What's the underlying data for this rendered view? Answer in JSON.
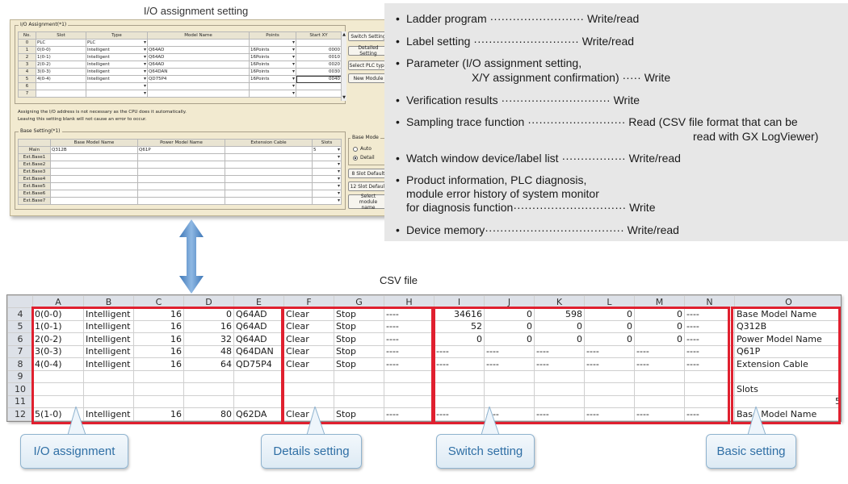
{
  "top_title": "I/O assignment setting",
  "csv_title": "CSV file",
  "dialog": {
    "io_group": "I/O Assignment(*1)",
    "io_headers": [
      "No.",
      "Slot",
      "Type",
      "Model Name",
      "Points",
      "Start XY"
    ],
    "io_rows": [
      {
        "no": "0",
        "slot": "PLC",
        "type": "PLC",
        "model": "",
        "points": "",
        "start": ""
      },
      {
        "no": "1",
        "slot": "0(0-0)",
        "type": "Intelligent",
        "model": "Q64AD",
        "points": "16Points",
        "start": "0000"
      },
      {
        "no": "2",
        "slot": "1(0-1)",
        "type": "Intelligent",
        "model": "Q64AD",
        "points": "16Points",
        "start": "0010"
      },
      {
        "no": "3",
        "slot": "2(0-2)",
        "type": "Intelligent",
        "model": "Q64AD",
        "points": "16Points",
        "start": "0020"
      },
      {
        "no": "4",
        "slot": "3(0-3)",
        "type": "Intelligent",
        "model": "Q64DAN",
        "points": "16Points",
        "start": "0030"
      },
      {
        "no": "5",
        "slot": "4(0-4)",
        "type": "Intelligent",
        "model": "QD75P4",
        "points": "16Points",
        "start": "0040"
      },
      {
        "no": "6",
        "slot": "",
        "type": "",
        "model": "",
        "points": "",
        "start": ""
      },
      {
        "no": "7",
        "slot": "",
        "type": "",
        "model": "",
        "points": "",
        "start": ""
      }
    ],
    "buttons": [
      "Switch Setting",
      "Detailed Setting",
      "Select PLC type",
      "New Module"
    ],
    "note1": "Assigning the I/O address is not necessary as the CPU does it automatically.",
    "note2": "Leaving this setting blank will not cause an error to occur.",
    "base_group": "Base Setting(*1)",
    "base_headers": [
      "",
      "Base Model Name",
      "Power Model Name",
      "Extension Cable",
      "Slots"
    ],
    "base_rows": [
      {
        "name": "Main",
        "model": "Q312B",
        "power": "Q61P",
        "cable": "",
        "slots": "5"
      },
      {
        "name": "Ext.Base1",
        "model": "",
        "power": "",
        "cable": "",
        "slots": ""
      },
      {
        "name": "Ext.Base2",
        "model": "",
        "power": "",
        "cable": "",
        "slots": ""
      },
      {
        "name": "Ext.Base3",
        "model": "",
        "power": "",
        "cable": "",
        "slots": ""
      },
      {
        "name": "Ext.Base4",
        "model": "",
        "power": "",
        "cable": "",
        "slots": ""
      },
      {
        "name": "Ext.Base5",
        "model": "",
        "power": "",
        "cable": "",
        "slots": ""
      },
      {
        "name": "Ext.Base6",
        "model": "",
        "power": "",
        "cable": "",
        "slots": ""
      },
      {
        "name": "Ext.Base7",
        "model": "",
        "power": "",
        "cable": "",
        "slots": ""
      }
    ],
    "base_mode_label": "Base Mode",
    "mode_auto": "Auto",
    "mode_detail": "Detail",
    "base_buttons": [
      "8 Slot Default",
      "12 Slot Default",
      "Select module name"
    ]
  },
  "panel": [
    {
      "label": "Ladder program ",
      "dots": "·························",
      "value": " Write/read"
    },
    {
      "label": "Label setting ",
      "dots": "····························",
      "value": " Write/read"
    },
    {
      "label": "Parameter (I/O assignment setting,",
      "dots": "",
      "value": ""
    },
    {
      "label": "X/Y assignment confirmation) ",
      "dots": "·····",
      "value": " Write"
    },
    {
      "label": "Verification results ",
      "dots": "·····························",
      "value": " Write"
    },
    {
      "label": "Sampling trace function ",
      "dots": "··························",
      "value": " Read (CSV file format that can be"
    },
    {
      "label": "read with GX LogViewer)",
      "dots": "",
      "value": ""
    },
    {
      "label": "Watch window device/label list ",
      "dots": "·················",
      "value": " Write/read"
    },
    {
      "label": "Product information, PLC diagnosis,",
      "dots": "",
      "value": ""
    },
    {
      "label": "module error history of system monitor",
      "dots": "",
      "value": ""
    },
    {
      "label": "for diagnosis function",
      "dots": "······························",
      "value": " Write"
    },
    {
      "label": "Device memory",
      "dots": "·····································",
      "value": " Write/read"
    }
  ],
  "sheet": {
    "columns": [
      "",
      "A",
      "B",
      "C",
      "D",
      "E",
      "F",
      "G",
      "H",
      "I",
      "J",
      "K",
      "L",
      "M",
      "N",
      "O"
    ],
    "rows": [
      [
        "4",
        "0(0-0)",
        "Intelligent",
        "16",
        "0",
        "Q64AD",
        "Clear",
        "Stop",
        "----",
        "34616",
        "0",
        "598",
        "0",
        "0",
        "----",
        "Base Model Name"
      ],
      [
        "5",
        "1(0-1)",
        "Intelligent",
        "16",
        "16",
        "Q64AD",
        "Clear",
        "Stop",
        "----",
        "52",
        "0",
        "0",
        "0",
        "0",
        "----",
        "Q312B"
      ],
      [
        "6",
        "2(0-2)",
        "Intelligent",
        "16",
        "32",
        "Q64AD",
        "Clear",
        "Stop",
        "----",
        "0",
        "0",
        "0",
        "0",
        "0",
        "----",
        "Power Model Name"
      ],
      [
        "7",
        "3(0-3)",
        "Intelligent",
        "16",
        "48",
        "Q64DAN",
        "Clear",
        "Stop",
        "----",
        "----",
        "----",
        "----",
        "----",
        "----",
        "----",
        "Q61P"
      ],
      [
        "8",
        "4(0-4)",
        "Intelligent",
        "16",
        "64",
        "QD75P4",
        "Clear",
        "Stop",
        "----",
        "----",
        "----",
        "----",
        "----",
        "----",
        "----",
        "Extension Cable"
      ],
      [
        "9",
        "",
        "",
        "",
        "",
        "",
        "",
        "",
        "",
        "",
        "",
        "",
        "",
        "",
        "",
        ""
      ],
      [
        "10",
        "",
        "",
        "",
        "",
        "",
        "",
        "",
        "",
        "",
        "",
        "",
        "",
        "",
        "",
        "Slots"
      ],
      [
        "11",
        "",
        "",
        "",
        "",
        "",
        "",
        "",
        "",
        "",
        "",
        "",
        "",
        "",
        "",
        "5"
      ],
      [
        "12",
        "5(1-0)",
        "Intelligent",
        "16",
        "80",
        "Q62DA",
        "Clear",
        "Stop",
        "----",
        "----",
        "----",
        "----",
        "----",
        "----",
        "----",
        "Base Model Name"
      ]
    ]
  },
  "callouts": [
    "I/O assignment",
    "Details setting",
    "Switch setting",
    "Basic setting"
  ],
  "colors": {
    "highlight": "#e0202f",
    "callout_text": "#2f6fa5",
    "arrow": "#5b8fc7",
    "panel_bg": "#e7e7e7"
  }
}
